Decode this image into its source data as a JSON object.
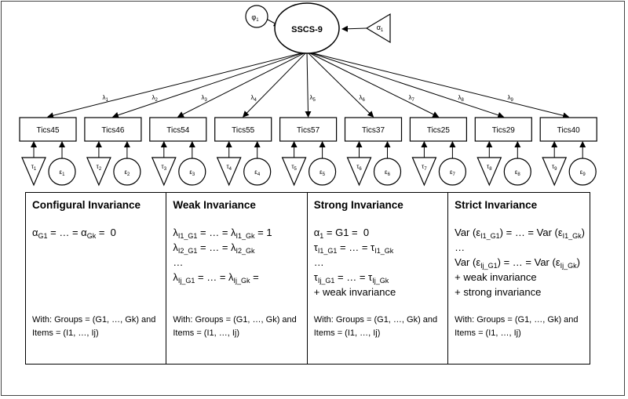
{
  "latent": {
    "label": "SSCS-9",
    "phi_label": "φ",
    "phi_sub": "1",
    "alpha_label": "α",
    "alpha_sub": "1"
  },
  "loadings": [
    {
      "sym": "λ",
      "sub": "1"
    },
    {
      "sym": "λ",
      "sub": "2"
    },
    {
      "sym": "λ",
      "sub": "3"
    },
    {
      "sym": "λ",
      "sub": "4"
    },
    {
      "sym": "λ",
      "sub": "5"
    },
    {
      "sym": "λ",
      "sub": "6"
    },
    {
      "sym": "λ",
      "sub": "7"
    },
    {
      "sym": "λ",
      "sub": "8"
    },
    {
      "sym": "λ",
      "sub": "9"
    }
  ],
  "items": [
    {
      "label": "Tics45",
      "tau": "τ",
      "tau_sub": "1",
      "eps": "ε",
      "eps_sub": "1"
    },
    {
      "label": "Tics46",
      "tau": "τ",
      "tau_sub": "2",
      "eps": "ε",
      "eps_sub": "2"
    },
    {
      "label": "Tics54",
      "tau": "τ",
      "tau_sub": "3",
      "eps": "ε",
      "eps_sub": "3"
    },
    {
      "label": "Tics55",
      "tau": "τ",
      "tau_sub": "4",
      "eps": "ε",
      "eps_sub": "4"
    },
    {
      "label": "Tics57",
      "tau": "τ",
      "tau_sub": "5",
      "eps": "ε",
      "eps_sub": "5"
    },
    {
      "label": "Tics37",
      "tau": "τ",
      "tau_sub": "6",
      "eps": "ε",
      "eps_sub": "6"
    },
    {
      "label": "Tics25",
      "tau": "τ",
      "tau_sub": "7",
      "eps": "ε",
      "eps_sub": "7"
    },
    {
      "label": "Tics29",
      "tau": "τ",
      "tau_sub": "8",
      "eps": "ε",
      "eps_sub": "8"
    },
    {
      "label": "Tics40",
      "tau": "τ",
      "tau_sub": "9",
      "eps": "ε",
      "eps_sub": "9"
    }
  ],
  "panels": {
    "configural": {
      "title": "Configural Invariance",
      "with_line1": "With: Groups = (G1, …, Gk) and",
      "with_line2": "Items = (I1, …, Ij)"
    },
    "weak": {
      "title": "Weak Invariance",
      "with_line1": "With: Groups = (G1, …, Gk) and",
      "with_line2": "Items = (I1, …, Ij)"
    },
    "strong": {
      "title": "Strong Invariance",
      "with_line1": "With: Groups = (G1, …, Gk) and",
      "with_line2": "Items = (I1, …, Ij)",
      "plus_weak": "+ weak invariance"
    },
    "strict": {
      "title": "Strict Invariance",
      "with_line1": "With: Groups = (G1, …, Gk) and",
      "with_line2": "Items = (I1, …, Ij)",
      "plus_weak": "+ weak invariance",
      "plus_strong": "+ strong invariance"
    }
  }
}
